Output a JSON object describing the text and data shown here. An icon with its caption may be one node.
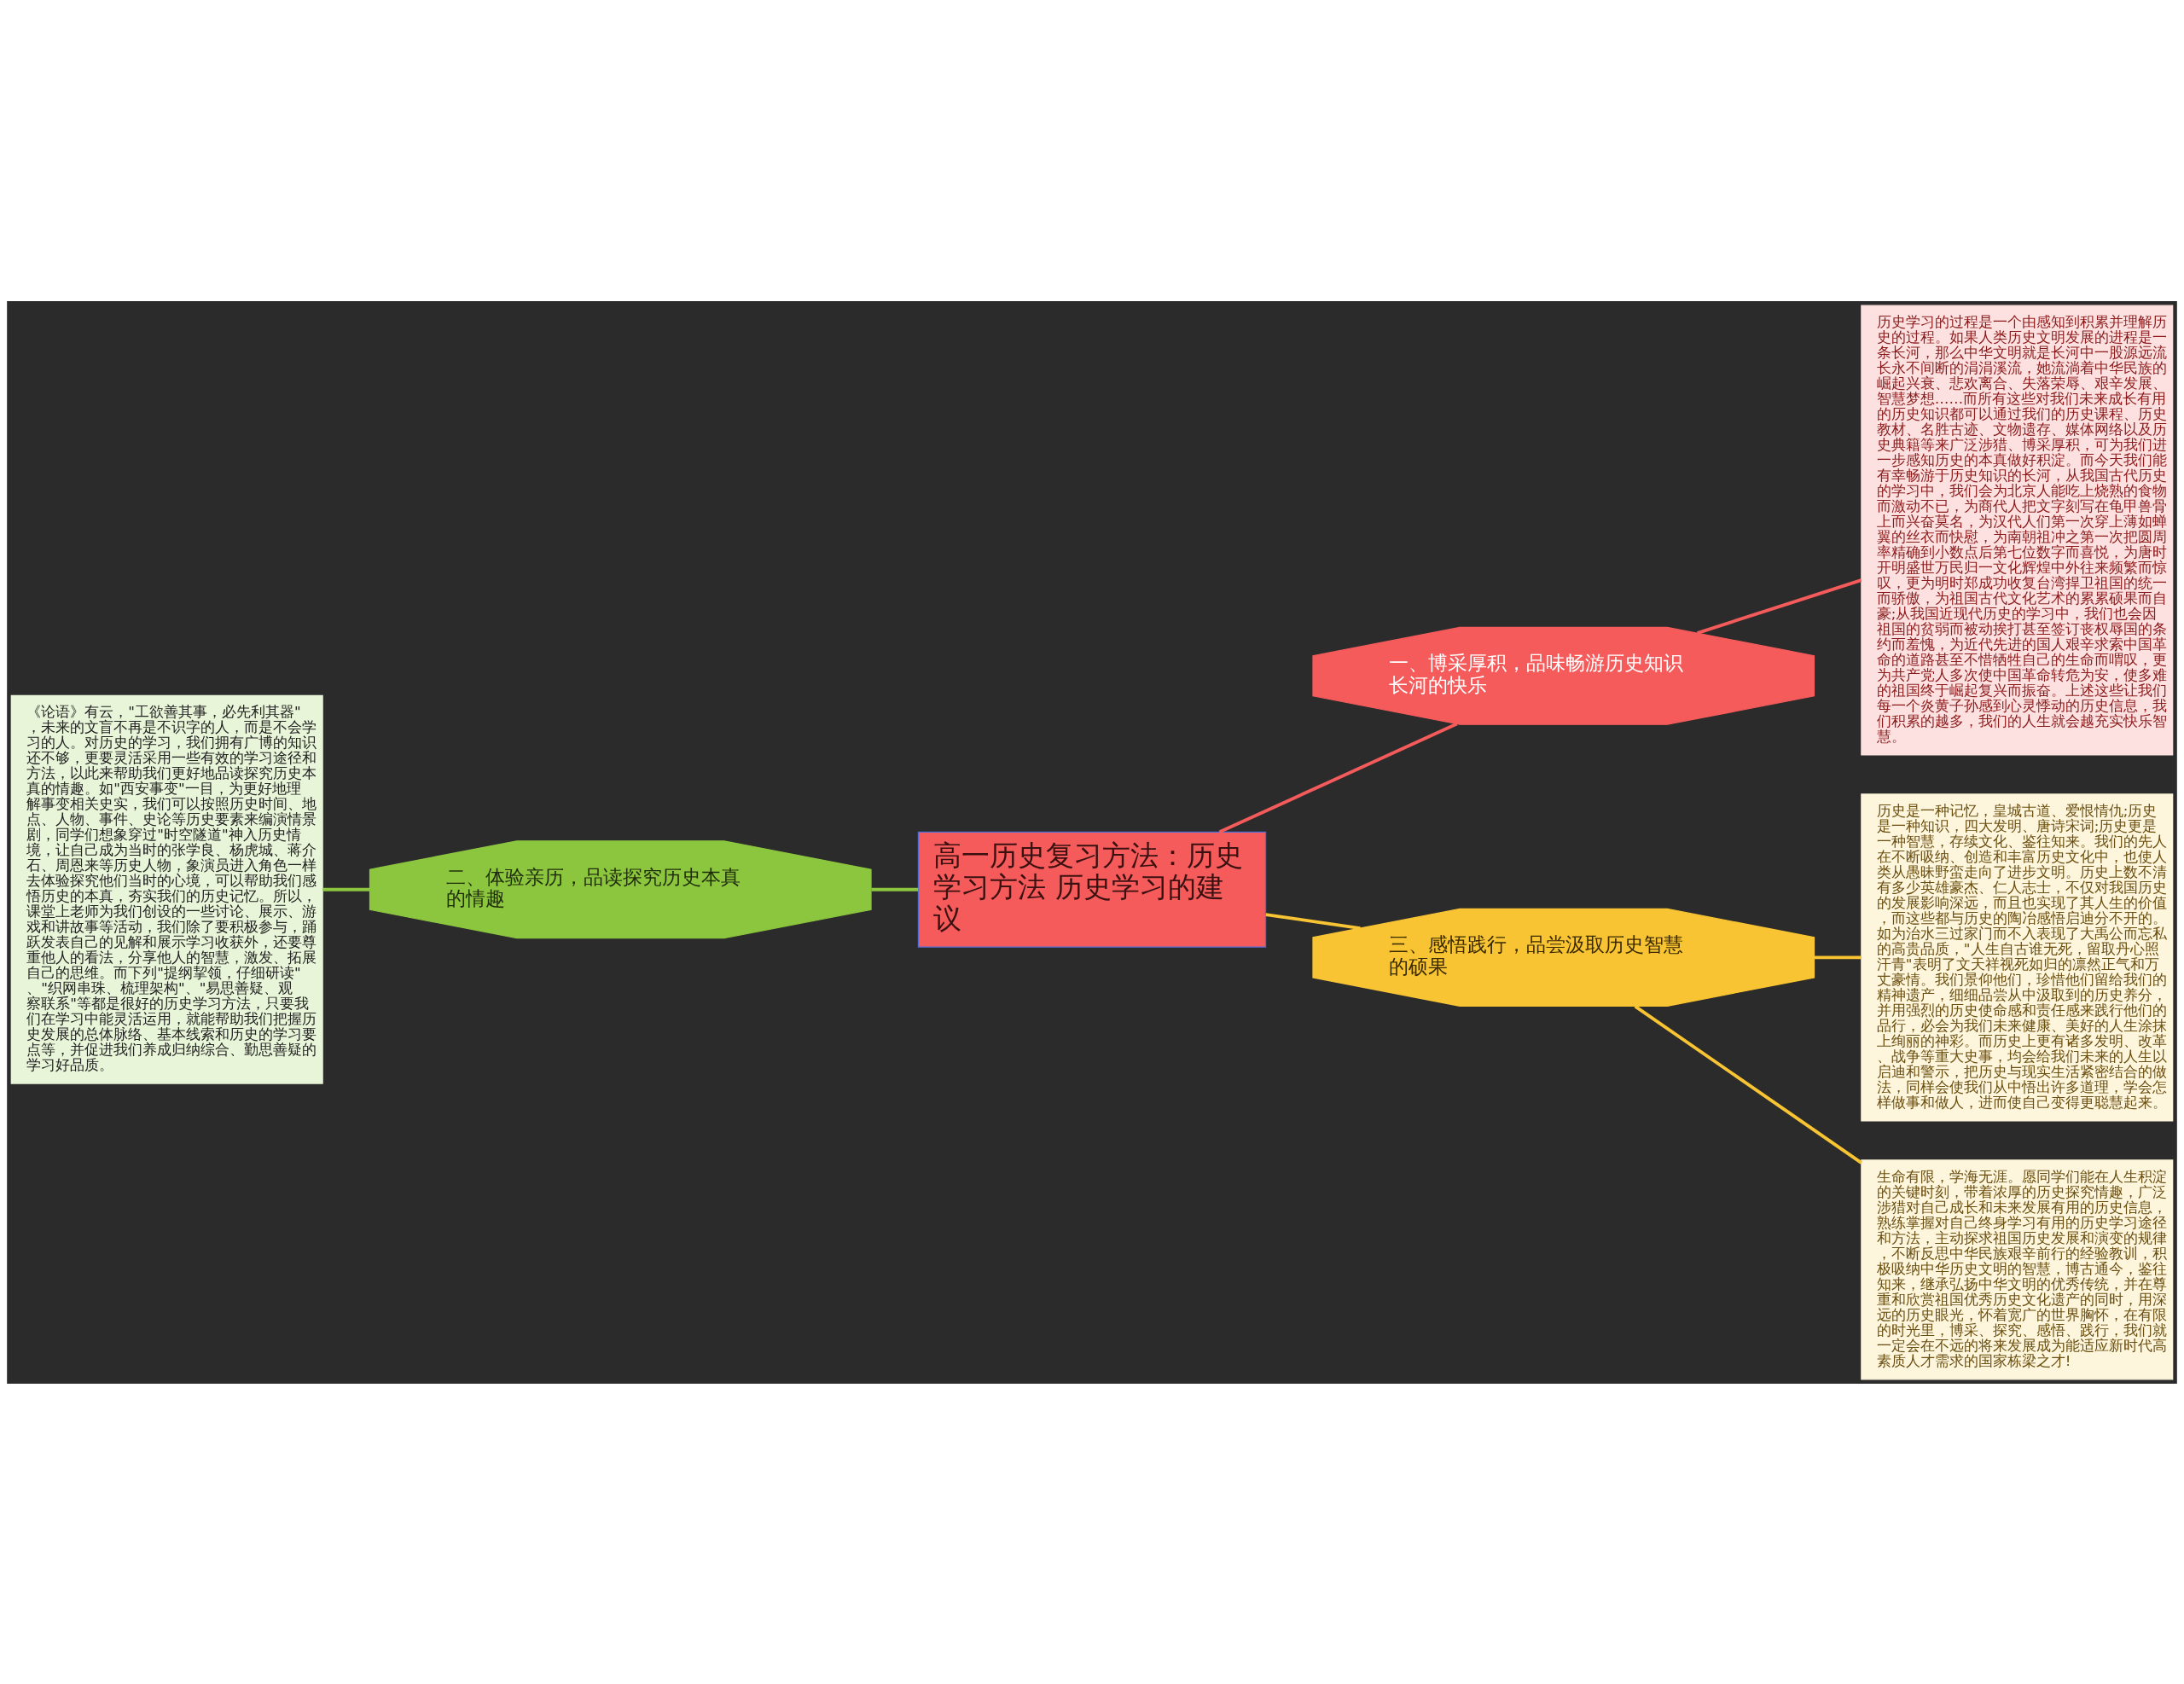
{
  "diagram": {
    "nodes": [
      {
        "text": [
          "高一历史复习方法：历史学习方法 历史学习的建议"
        ]
      },
      {
        "text": [
          "一、博采厚积，品味畅游历史知识长河的快乐"
        ]
      },
      {
        "text": [
          "历史学习的过程是一个由感知到积累并理解历史的过程。如果人类历史文明发展的进程是一条长河，那么中华文明就是长河中一股源远流长永不间断的涓涓溪流，她流淌着中华民族的崛起兴衰、悲欢离合、失落荣辱、艰辛发展、智慧梦想……而所有这些对我们未来成长有用的历史知识都可以通过我们的历史课程、历史教材、名胜古迹、文物遗存、媒体网络以及历史典籍等来广泛涉猎、博采厚积，可为我们进一步感知历史的本真做好积淀。而今天我们能有幸畅游于历史知识的长河，从我国古代历史的学习中，我们会为北京人能吃上烧熟的食物而激动不已，为商代人把文字刻写在龟甲兽骨上而兴奋莫名，为汉代人们第一次穿上薄如蝉翼的丝衣而快慰，为南朝祖冲之第一次把圆周率精确到小数点后第七位数字而喜悦，为唐时开明盛世万民归一文化辉煌中外往来频繁而惊叹，更为明时郑成功收复台湾捍卫祖国的统一而骄傲，为祖国古代文化艺术的累累硕果而自豪;从我国近现代历史的学习中，我们也会因祖国的贫弱而被动挨打甚至签订丧权辱国的条约而羞愧，为近代先进的国人艰辛求索中国革命的道路甚至不惜牺牲自己的生命而喟叹，更为共产党人多次使中国革命转危为安，使多难的祖国终于崛起复兴而振奋。上述这些让我们每一个炎黄子孙感到心灵悸动的历史信息，我们积累的越多，我们的人生就会越充实快乐智慧。"
        ]
      },
      {
        "text": [
          "二、体验亲历，品读探究历史本真的情趣"
        ]
      },
      {
        "text": [
          "《论语》有云，\"工欲善其事，必先利其器\"，未来的文盲不再是不识字的人，而是不会学习的人。对历史的学习，我们拥有广博的知识还不够，更要灵活采用一些有效的学习途径和方法，以此来帮助我们更好地品读探究历史本真的情趣。如\"西安事变\"一目，为更好地理解事变相关史实，我们可以按照历史时间、地点、人物、事件、史论等历史要素来编演情景剧，同学们想象穿过\"时空隧道\"神入历史情境，让自己成为当时的张学良、杨虎城、蒋介石、周恩来等历史人物，象演员进入角色一样去体验探究他们当时的心境，可以帮助我们感悟历史的本真，夯实我们的历史记忆。所以，课堂上老师为我们创设的一些讨论、展示、游戏和讲故事等活动，我们除了要积极参与，踊跃发表自己的见解和展示学习收获外，还要尊重他人的看法，分享他人的智慧，激发、拓展自己的思维。而下列\"提纲挈领，仔细研读\"、\"织网串珠、梳理架构\"、\"易思善疑、观察联系\"等都是很好的历史学习方法，只要我们在学习中能灵活运用，就能帮助我们把握历史发展的总体脉络、基本线索和历史的学习要点等，并促进我们养成归纳综合、勤思善疑的学习好品质。"
        ]
      },
      {
        "text": [
          "三、感悟践行，品尝汲取历史智慧的硕果"
        ]
      },
      {
        "text": [
          "历史是一种记忆，皇城古道、爱恨情仇;历史是一种知识，四大发明、唐诗宋词;历史更是一种智慧，存续文化、鉴往知来。我们的先人在不断吸纳、创造和丰富历史文化中，也使人类从愚昧野蛮走向了进步文明。历史上数不清有多少英雄豪杰、仁人志士，不仅对我国历史的发展影响深远，而且也实现了其人生的价值，而这些都与历史的陶冶感悟启迪分不开的。如为治水三过家门而不入表现了大禹公而忘私的高贵品质，\"人生自古谁无死，留取丹心照汗青\"表明了文天祥视死如归的凛然正气和万丈豪情。我们景仰他们，珍惜他们留给我们的精神遗产，细细品尝从中汲取到的历史养分，并用强烈的历史使命感和责任感来践行他们的品行，必会为我们未来健康、美好的人生涂抹上绚丽的神彩。而历史上更有诸多发明、改革、战争等重大史事，均会给我们未来的人生以启迪和警示，把历史与现实生活紧密结合的做法，同样会使我们从中悟出许多道理，学会怎样做事和做人，进而使自己变得更聪慧起来。"
        ]
      },
      {
        "text": [
          "生命有限，学海无涯。愿同学们能在人生积淀的关键时刻，带着浓厚的历史探究情趣，广泛涉猎对自己成长和未来发展有用的历史信息，熟练掌握对自己终身学习有用的历史学习途径和方法，主动探求祖国历史发展和演变的规律，不断反思中华民族艰辛前行的经验教训，积极吸纳中华历史文明的智慧，博古通今，鉴往知来，继承弘扬中华文明的优秀传统，并在尊重和欣赏祖国优秀历史文化遗产的同时，用深远的历史眼光，怀着宽广的世界胸怀，在有限的时光里，博采、探究、感悟、践行，我们就一定会在不远的将来发展成为能适应新时代高素质人才需求的国家栋梁之才!"
        ]
      }
    ],
    "edges": [
      {
        "from": 0,
        "to": 1,
        "arrow": "none",
        "color": "#f55b5b"
      },
      {
        "from": 1,
        "to": 2,
        "arrow": "none",
        "color": "#f55b5b"
      },
      {
        "from": 0,
        "to": 3,
        "arrow": "none",
        "color": "#8cc63f"
      },
      {
        "from": 3,
        "to": 4,
        "arrow": "none",
        "color": "#8cc63f"
      },
      {
        "from": 0,
        "to": 5,
        "arrow": "none",
        "color": "#f8c433"
      },
      {
        "from": 5,
        "to": 6,
        "arrow": "none",
        "color": "#f8c433"
      },
      {
        "from": 5,
        "to": 7,
        "arrow": "none",
        "color": "#f8c433"
      }
    ]
  }
}
